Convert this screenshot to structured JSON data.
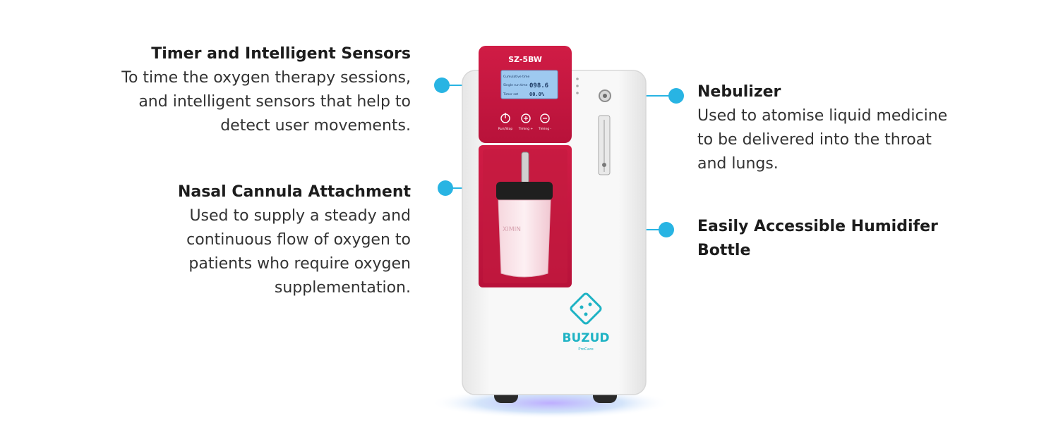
{
  "callouts": {
    "timer": {
      "title": "Timer and Intelligent Sensors",
      "lines": [
        "To time the oxygen therapy sessions,",
        "and intelligent sensors that help to",
        "detect user movements."
      ]
    },
    "nasal": {
      "title": "Nasal Cannula Attachment",
      "lines": [
        "Used to supply a steady and",
        "continuous flow of oxygen to",
        "patients who require oxygen",
        "supplementation."
      ]
    },
    "nebulizer": {
      "title": "Nebulizer",
      "lines": [
        "Used to atomise liquid medicine",
        "to be delivered into the throat",
        "and lungs."
      ]
    },
    "humidifier": {
      "title_lines": [
        "Easily Accessible Humidifer",
        "Bottle"
      ]
    }
  },
  "device": {
    "model": "SZ-5BW",
    "lcd": {
      "row1_label": "Cumulative time",
      "row2_label": "Single run time",
      "row2_value": "098.6",
      "row3_label": "Timer set",
      "row3_value": "00.0%"
    },
    "buttons": [
      "Run/Stop",
      "Timing +",
      "Timing -"
    ],
    "brand": "BUZUD",
    "brand_sub": "ProCare",
    "bottle_text": "XIMIN"
  },
  "colors": {
    "accent": "#28b4e3",
    "device_red": "#c4163b",
    "device_white": "#f4f4f4",
    "lcd_blue": "#9ec9f0",
    "brand_teal": "#1fb3c4"
  }
}
